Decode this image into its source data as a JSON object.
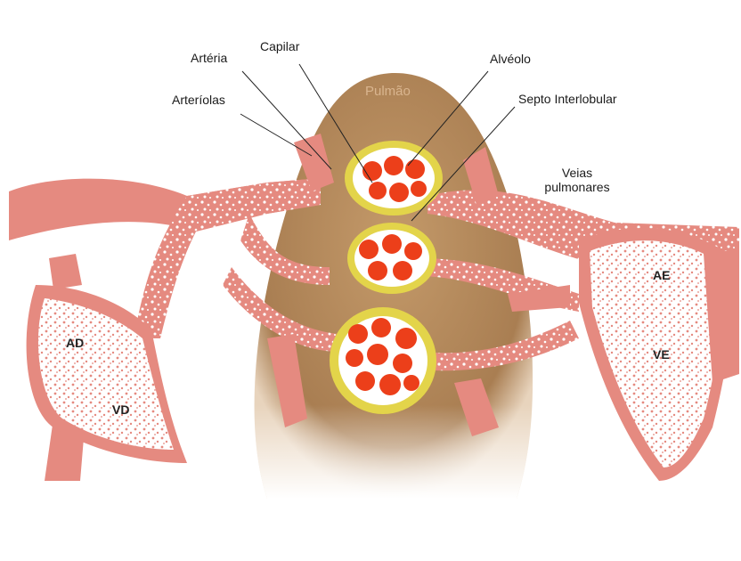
{
  "organ_label": "Pulmão",
  "labels": {
    "arteria": "Artéria",
    "capilar": "Capilar",
    "alveolo": "Alvéolo",
    "arteriolas": "Arteríolas",
    "septo": "Septo Interlobular",
    "veias_line1": "Veias",
    "veias_line2": "pulmonares"
  },
  "chambers": {
    "ad": "AD",
    "vd": "VD",
    "ae": "AE",
    "ve": "VE"
  },
  "colors": {
    "lung": "#b48a5a",
    "vessel": "#e8877c",
    "alveolus": "#ec3f1a",
    "septum": "#e3d44a",
    "heart": "#e9a49a"
  }
}
